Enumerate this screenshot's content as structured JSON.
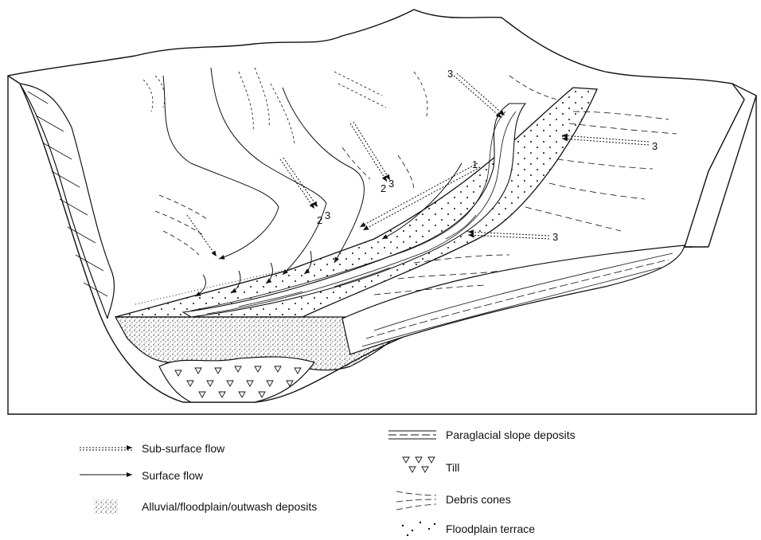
{
  "diagram": {
    "flow_labels": [
      "1",
      "2",
      "3",
      "2",
      "3",
      "3",
      "3",
      "3"
    ]
  },
  "legend": {
    "subsurface_flow": "Sub-surface flow",
    "surface_flow": "Surface flow",
    "alluvial": "Alluvial/floodplain/outwash deposits",
    "paraglacial": "Paraglacial slope deposits",
    "till": "Till",
    "debris_cones": "Debris cones",
    "floodplain_terrace": "Floodplain terrace"
  },
  "colors": {
    "ink": "#111111",
    "background": "#ffffff"
  }
}
